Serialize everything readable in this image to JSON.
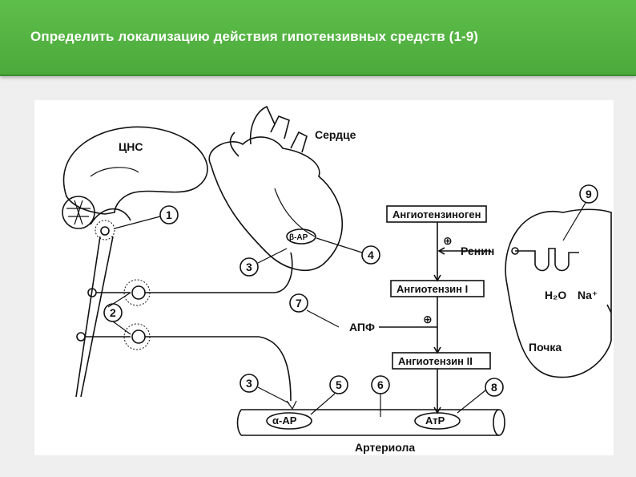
{
  "header": {
    "title": "Определить локализацию действия гипотензивных средств (1-9)",
    "background_color": "#4fb23f"
  },
  "diagram": {
    "organs": {
      "cns": "ЦНС",
      "heart": "Сердце",
      "kidney": "Почка",
      "arteriole": "Артериола"
    },
    "raas": {
      "angiotensinogen": "Ангиотензиноген",
      "renin": "Ренин",
      "angiotensin1": "Ангиотензин I",
      "ace": "АПФ",
      "angiotensin2": "Ангиотензин II",
      "plus": "⊕"
    },
    "receptors": {
      "beta": "β-АР",
      "alpha": "α-АР",
      "at": "АтР"
    },
    "kidney_labels": {
      "water": "H₂O",
      "sodium": "Na⁺"
    },
    "markers": [
      "1",
      "2",
      "3",
      "4",
      "5",
      "6",
      "7",
      "8",
      "9"
    ]
  }
}
